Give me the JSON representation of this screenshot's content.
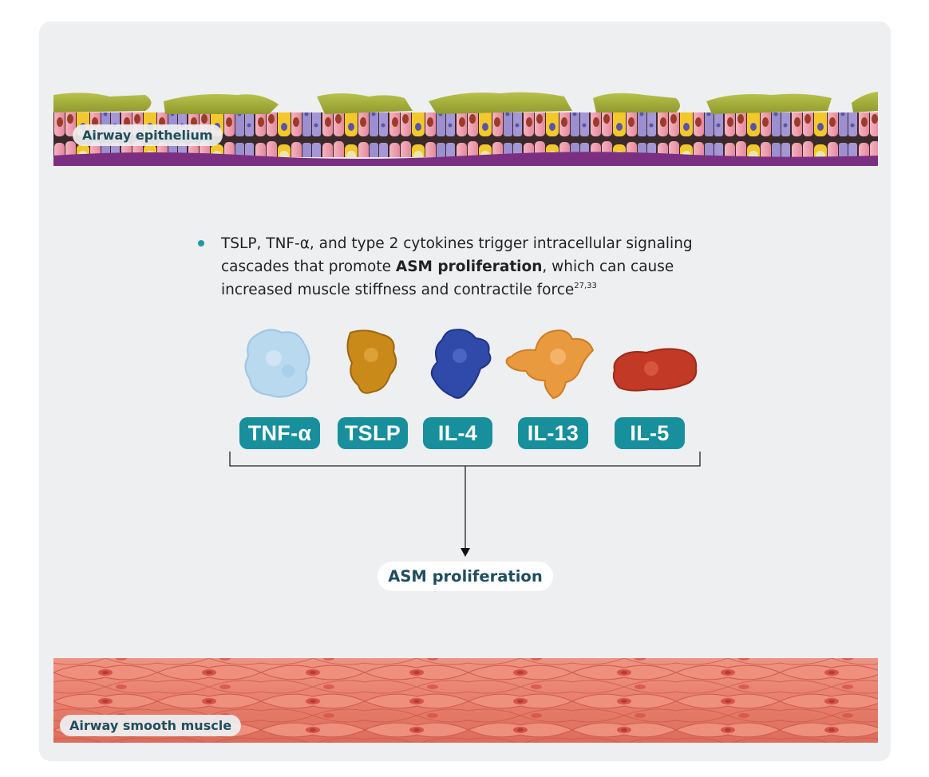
{
  "labels": {
    "epithelium": "Airway epithelium",
    "smooth_muscle": "Airway smooth muscle"
  },
  "bullet": {
    "line1": "TSLP, TNF-α, and type 2 cytokines trigger intracellular signaling",
    "line2_pre": "cascades that promote ",
    "line2_bold": "ASM proliferation",
    "line2_post": ", which can cause",
    "line3": "increased muscle stiffness and contractile force",
    "citation": "27,33"
  },
  "cytokines": [
    {
      "label": "TNF-α",
      "color": "#b9d9ef"
    },
    {
      "label": "TSLP",
      "color": "#c98a1a"
    },
    {
      "label": "IL-4",
      "color": "#2f4aa8"
    },
    {
      "label": "IL-13",
      "color": "#e99a3f"
    },
    {
      "label": "IL-5",
      "color": "#c23a26"
    }
  ],
  "result": {
    "label": "ASM proliferation"
  },
  "colors": {
    "accent": "#178f9c",
    "label_text": "#1f4e5c",
    "panel": "#eeeff1",
    "membrane": "#7b2f83",
    "mucus": "#a3ad3a",
    "cell_pink": "#f2a3b3",
    "muscle": "#e8806e"
  }
}
